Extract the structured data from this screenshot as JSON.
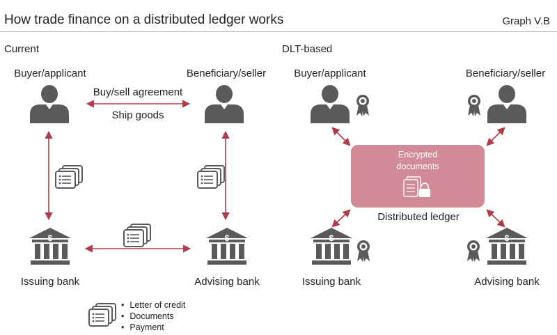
{
  "header": {
    "title": "How trade finance on a distributed ledger works",
    "graph_ref": "Graph V.B"
  },
  "current": {
    "section_label": "Current",
    "buyer": "Buyer/applicant",
    "seller": "Beneficiary/seller",
    "agreement": "Buy/sell agreement",
    "ship": "Ship goods",
    "issuing": "Issuing bank",
    "advising": "Advising bank"
  },
  "dlt": {
    "section_label": "DLT-based",
    "buyer": "Buyer/applicant",
    "seller": "Beneficiary/seller",
    "encrypted_line1": "Encrypted",
    "encrypted_line2": "documents",
    "ledger": "Distributed ledger",
    "issuing": "Issuing bank",
    "advising": "Advising bank"
  },
  "legend": {
    "items": [
      "Letter of credit",
      "Documents",
      "Payment"
    ]
  },
  "colors": {
    "arrow": "#b03a48",
    "icon": "#5a5a5a",
    "ledger_fill": "#d18a97"
  }
}
